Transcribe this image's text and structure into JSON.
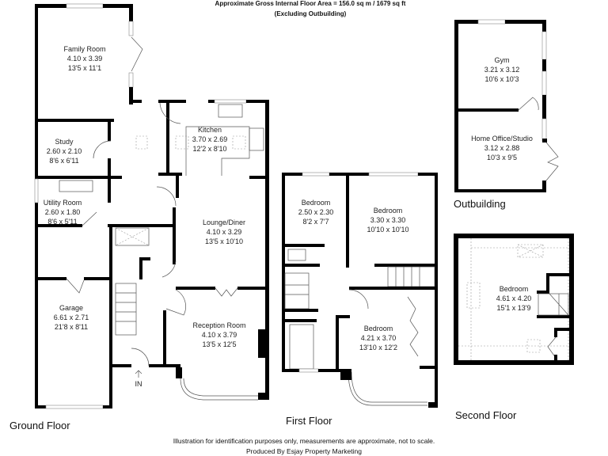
{
  "header": {
    "area_line": "Approximate Gross Internal Floor Area = 156.0 sq m / 1679 sq ft",
    "note_line": "(Excluding Outbuilding)"
  },
  "floors": {
    "ground": {
      "label": "Ground Floor",
      "entrance_label": "IN",
      "rooms": [
        {
          "name": "Family Room",
          "metric": "4.10 x 3.39",
          "imperial": "13'5 x 11'1"
        },
        {
          "name": "Study",
          "metric": "2.60 x 2.10",
          "imperial": "8'6 x 6'11"
        },
        {
          "name": "Utility Room",
          "metric": "2.60 x 1.80",
          "imperial": "8'6 x 5'11"
        },
        {
          "name": "Garage",
          "metric": "6.61 x 2.71",
          "imperial": "21'8 x 8'11"
        },
        {
          "name": "Kitchen",
          "metric": "3.70 x 2.69",
          "imperial": "12'2 x 8'10"
        },
        {
          "name": "Lounge/Diner",
          "metric": "4.10 x 3.29",
          "imperial": "13'5 x 10'10"
        },
        {
          "name": "Reception Room",
          "metric": "4.10 x 3.79",
          "imperial": "13'5 x 12'5"
        }
      ]
    },
    "first": {
      "label": "First Floor",
      "rooms": [
        {
          "name": "Bedroom",
          "metric": "2.50 x 2.30",
          "imperial": "8'2 x 7'7"
        },
        {
          "name": "Bedroom",
          "metric": "3.30 x 3.30",
          "imperial": "10'10 x 10'10"
        },
        {
          "name": "Bedroom",
          "metric": "4.21 x 3.70",
          "imperial": "13'10 x 12'2"
        }
      ]
    },
    "outbuilding": {
      "label": "Outbuilding",
      "rooms": [
        {
          "name": "Gym",
          "metric": "3.21 x 3.12",
          "imperial": "10'6 x 10'3"
        },
        {
          "name": "Home Office/Studio",
          "metric": "3.12 x 2.88",
          "imperial": "10'3 x 9'5"
        }
      ]
    },
    "second": {
      "label": "Second Floor",
      "rooms": [
        {
          "name": "Bedroom",
          "metric": "4.61 x 4.20",
          "imperial": "15'1 x 13'9"
        }
      ]
    }
  },
  "footer": {
    "disclaimer": "Illustration for identification purposes only, measurements are approximate, not to scale.",
    "producer": "Produced By Esjay Property Marketing"
  }
}
